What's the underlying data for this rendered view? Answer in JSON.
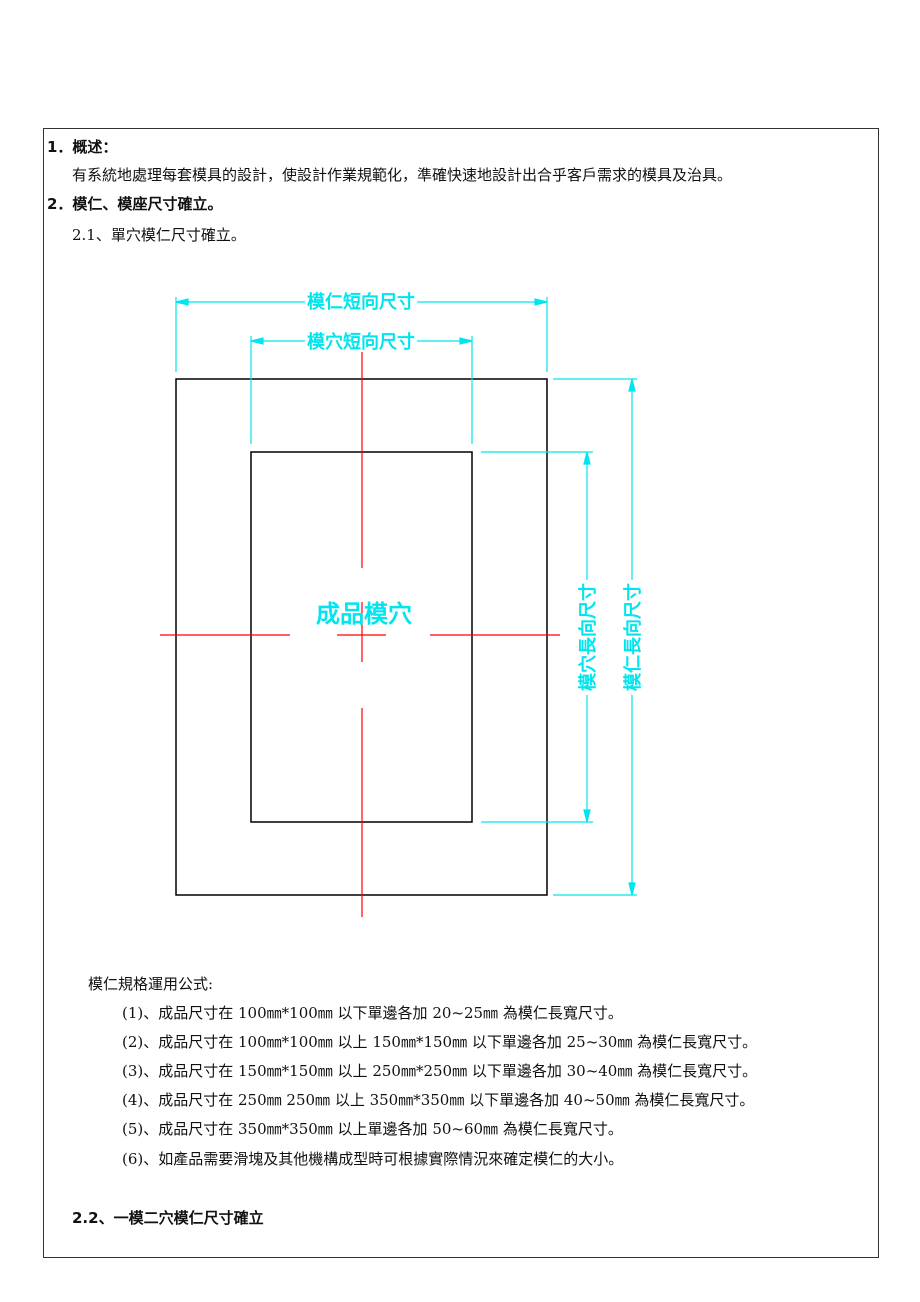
{
  "sections": {
    "s1_title": "1．概述：",
    "s1_body": "有系統地處理每套模具的設計，使設計作業規範化，準確快速地設計出合乎客戶需求的模具及治具。",
    "s2_title": "2．模仁、模座尺寸確立。",
    "s21_title": "2.1、單穴模仁尺寸確立。",
    "s22_title": "2.2、一模二穴模仁尺寸確立"
  },
  "diagram": {
    "core_short": "模仁短向尺寸",
    "cavity_short": "模穴短向尺寸",
    "product_cavity": "成品模穴",
    "cavity_long": "模穴長向尺寸",
    "core_long": "模仁長向尺寸",
    "colors": {
      "dimension": "#00e5ee",
      "centerline": "#ff0000",
      "outline": "#000000"
    }
  },
  "formula": {
    "title": "模仁規格運用公式:",
    "items": [
      "(1)、成品尺寸在 100㎜*100㎜ 以下單邊各加 20~25㎜ 為模仁長寬尺寸。",
      "(2)、成品尺寸在 100㎜*100㎜ 以上 150㎜*150㎜ 以下單邊各加 25~30㎜ 為模仁長寬尺寸。",
      "(3)、成品尺寸在 150㎜*150㎜ 以上 250㎜*250㎜ 以下單邊各加 30~40㎜ 為模仁長寬尺寸。",
      "(4)、成品尺寸在 250㎜  250㎜ 以上 350㎜*350㎜ 以下單邊各加 40~50㎜ 為模仁長寬尺寸。",
      "(5)、成品尺寸在 350㎜*350㎜ 以上單邊各加 50~60㎜ 為模仁長寬尺寸。",
      "(6)、如產品需要滑塊及其他機構成型時可根據實際情況來確定模仁的大小。"
    ]
  }
}
